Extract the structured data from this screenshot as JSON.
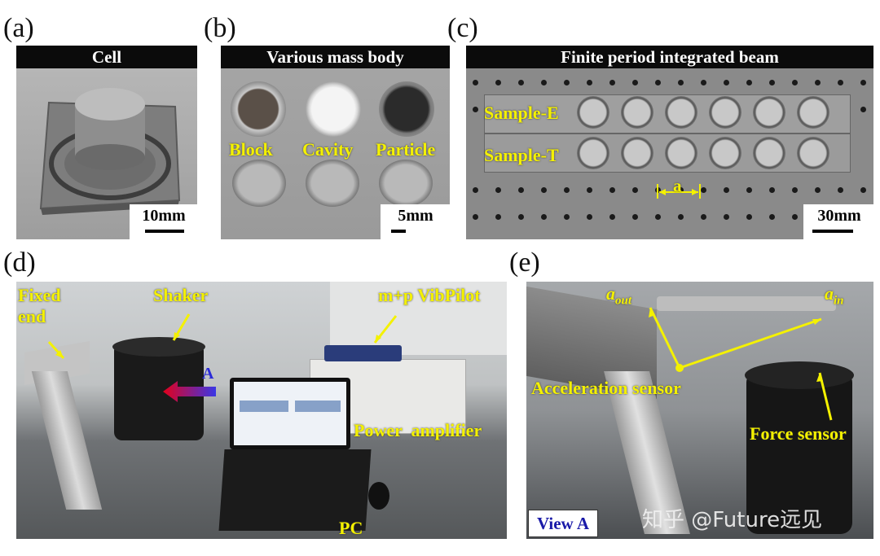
{
  "panel_labels": {
    "a": "(a)",
    "b": "(b)",
    "c": "(c)",
    "d": "(d)",
    "e": "(e)"
  },
  "panel_a": {
    "header": "Cell",
    "scale": "10mm"
  },
  "panel_b": {
    "header": "Various mass body",
    "labels": [
      "Block",
      "Cavity",
      "Particle"
    ],
    "scale": "5mm"
  },
  "panel_c": {
    "header": "Finite period integrated beam",
    "row1": "Sample-E",
    "row2": "Sample-T",
    "period": "a",
    "scale": "30mm"
  },
  "panel_d": {
    "fixed_end": "Fixed\nend",
    "shaker": "Shaker",
    "vibpilot": "m+p VibPilot",
    "arrow_label": "A",
    "power_amplifier": "Power  amplifier",
    "pc": "PC"
  },
  "panel_e": {
    "a_out": "a",
    "a_out_sub": "out",
    "a_in": "a",
    "a_in_sub": "in",
    "acceleration_sensor": "Acceleration sensor",
    "force_sensor": "Force sensor",
    "view_a": "View A",
    "watermark": "知乎 @Future远见"
  },
  "colors": {
    "annotation": "#f4f100",
    "header_bg": "#0b0b0b",
    "view_a_text": "#1a1aa8"
  }
}
